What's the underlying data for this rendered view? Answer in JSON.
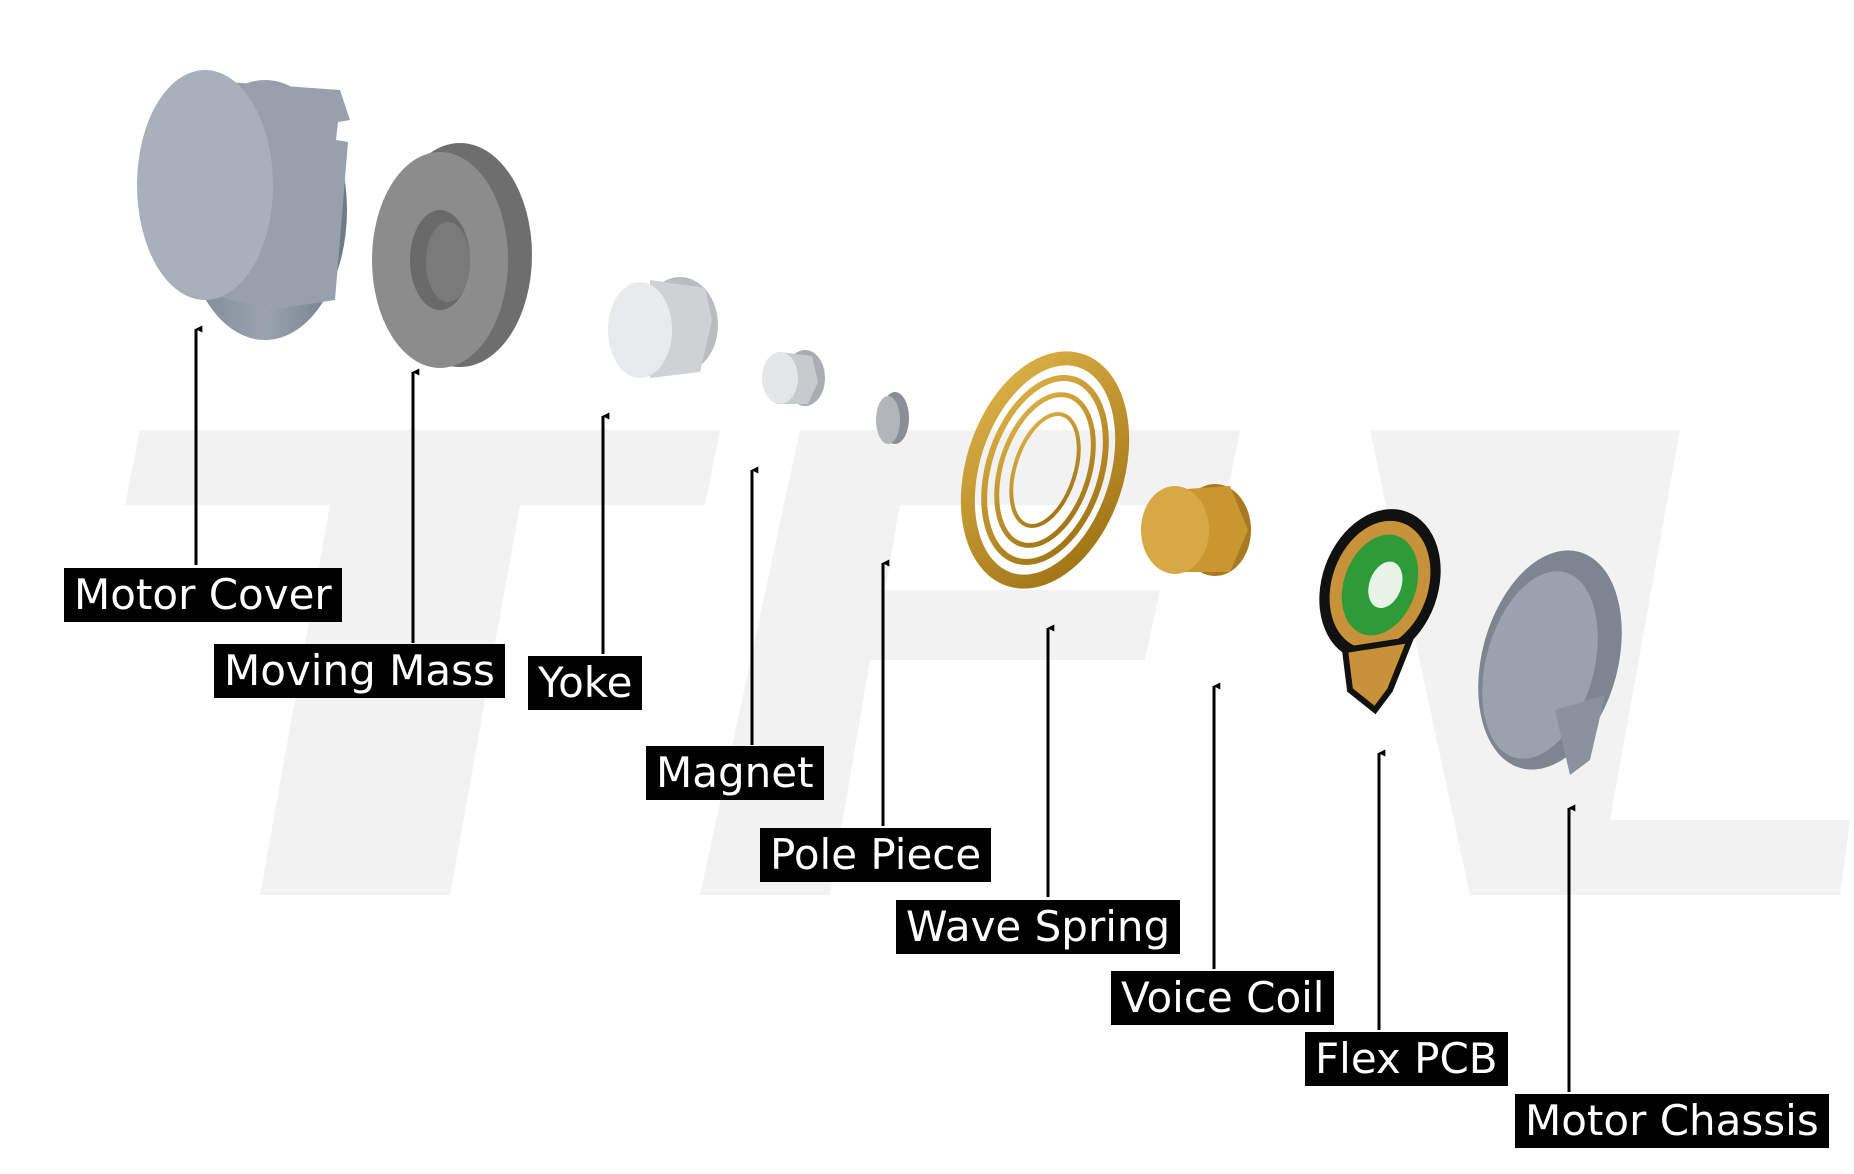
{
  "labels": {
    "motor_cover": "Motor Cover",
    "moving_mass": "Moving Mass",
    "yoke": "Yoke",
    "magnet": "Magnet",
    "pole_piece": "Pole Piece",
    "wave_spring": "Wave Spring",
    "voice_coil": "Voice Coil",
    "flex_pcb": "Flex PCB",
    "motor_chassis": "Motor Chassis"
  },
  "colors": {
    "label_bg": "#000000",
    "label_text": "#ffffff",
    "metal_gray": "#8e97a3",
    "spring_gold": "#c0901a",
    "coil_copper": "#c9962f",
    "pcb_green": "#2f9a38"
  }
}
